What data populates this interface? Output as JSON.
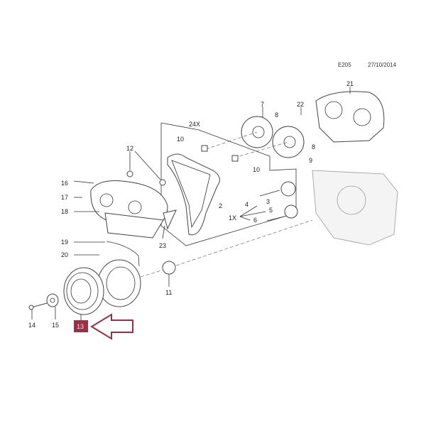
{
  "header": {
    "code": "E205",
    "date": "27/10/2014"
  },
  "callouts": {
    "c21": "21",
    "c22": "22",
    "c7": "7",
    "c8a": "8",
    "c8b": "8",
    "c9": "9",
    "c24x": "24X",
    "c10a": "10",
    "c10b": "10",
    "c12": "12",
    "c16": "16",
    "c17": "17",
    "c18": "18",
    "c19": "19",
    "c20": "20",
    "c2": "2",
    "c1x": "1X",
    "c3": "3",
    "c4": "4",
    "c5": "5",
    "c6": "6",
    "c23": "23",
    "c11": "11",
    "c14": "14",
    "c15": "15",
    "c13": "13"
  },
  "highlight": {
    "part": "13",
    "color": "#9b2f45"
  }
}
